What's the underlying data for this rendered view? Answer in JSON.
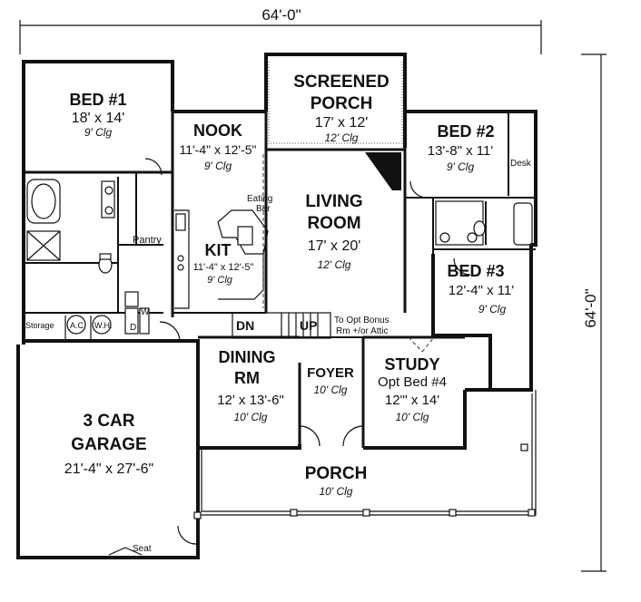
{
  "dimensions": {
    "width": "64'-0\"",
    "height": "64'-0\""
  },
  "rooms": {
    "bed1": {
      "name": "BED #1",
      "size": "18' x 14'",
      "clg": "9' Clg"
    },
    "screened_porch": {
      "name1": "SCREENED",
      "name2": "PORCH",
      "size": "17' x 12'",
      "clg": "12' Clg"
    },
    "nook": {
      "name": "NOOK",
      "size": "11'-4\" x 12'-5\"",
      "clg": "9' Clg"
    },
    "bed2": {
      "name": "BED #2",
      "size": "13'-8\" x 11'",
      "clg": "9' Clg"
    },
    "living": {
      "name1": "LIVING",
      "name2": "ROOM",
      "size": "17' x 20'",
      "clg": "12' Clg"
    },
    "kit": {
      "name": "KIT",
      "size": "11'-4\" x 12'-5\"",
      "clg": "9' Clg"
    },
    "bed3": {
      "name": "BED #3",
      "size": "12'-4\" x 11'",
      "clg": "9' Clg"
    },
    "dining": {
      "name1": "DINING",
      "name2": "RM",
      "size": "12' x 13'-6\"",
      "clg": "10' Clg"
    },
    "foyer": {
      "name": "FOYER",
      "clg": "10' Clg"
    },
    "study": {
      "name": "STUDY",
      "alt": "Opt Bed #4",
      "size": "12'\" x 14'",
      "clg": "10' Clg"
    },
    "garage": {
      "name1": "3 CAR",
      "name2": "GARAGE",
      "size": "21'-4\" x 27'-6\""
    },
    "porch": {
      "name": "PORCH",
      "clg": "10' Clg"
    }
  },
  "labels": {
    "eating_bar1": "Eating",
    "eating_bar2": "Bar",
    "pantry": "Pantry",
    "desk": "Desk",
    "storage": "Storage",
    "ac": "A.C.",
    "wh": "W.H.",
    "dn": "DN",
    "up": "UP",
    "bonus1": "To Opt Bonus",
    "bonus2": "Rm +/or Attic",
    "seat": "Seat",
    "d": "D",
    "w": "W"
  }
}
